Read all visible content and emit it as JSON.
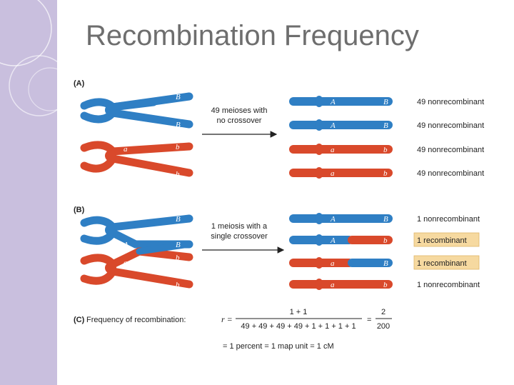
{
  "title": "Recombination Frequency",
  "colors": {
    "blue": "#2f7fc4",
    "red": "#d9492b",
    "highlight": "#f6d9a0",
    "sidebar": "#c9bfde",
    "title": "#6e6e6e"
  },
  "panel_a": {
    "label": "(A)",
    "arrow_text": [
      "49 meioses with",
      "no crossover"
    ],
    "alleles": {
      "upper_left": "A",
      "upper_right": "B",
      "lower_left": "a",
      "lower_right": "b"
    },
    "products": [
      {
        "label": "49 nonrecombinant"
      },
      {
        "label": "49 nonrecombinant"
      },
      {
        "label": "49 nonrecombinant"
      },
      {
        "label": "49 nonrecombinant"
      }
    ]
  },
  "panel_b": {
    "label": "(B)",
    "arrow_text": [
      "1 meiosis with a",
      "single crossover"
    ],
    "alleles": {
      "upper_left": "A",
      "upper_right": "B",
      "lower_left": "a",
      "lower_right": "b"
    },
    "products": [
      {
        "label": "1 nonrecombinant"
      },
      {
        "label": "1 recombinant"
      },
      {
        "label": "1 recombinant"
      },
      {
        "label": "1 nonrecombinant"
      }
    ]
  },
  "panel_c": {
    "label": "(C)",
    "caption": "Frequency of recombination:",
    "variable": "r =",
    "numerator": "1 + 1",
    "denominator": "49 + 49 + 49 + 49 + 1 + 1 + 1 + 1",
    "equals": "=",
    "result_numerator": "2",
    "result_denominator": "200",
    "conclusion": "= 1 percent = 1 map unit = 1 cM"
  }
}
